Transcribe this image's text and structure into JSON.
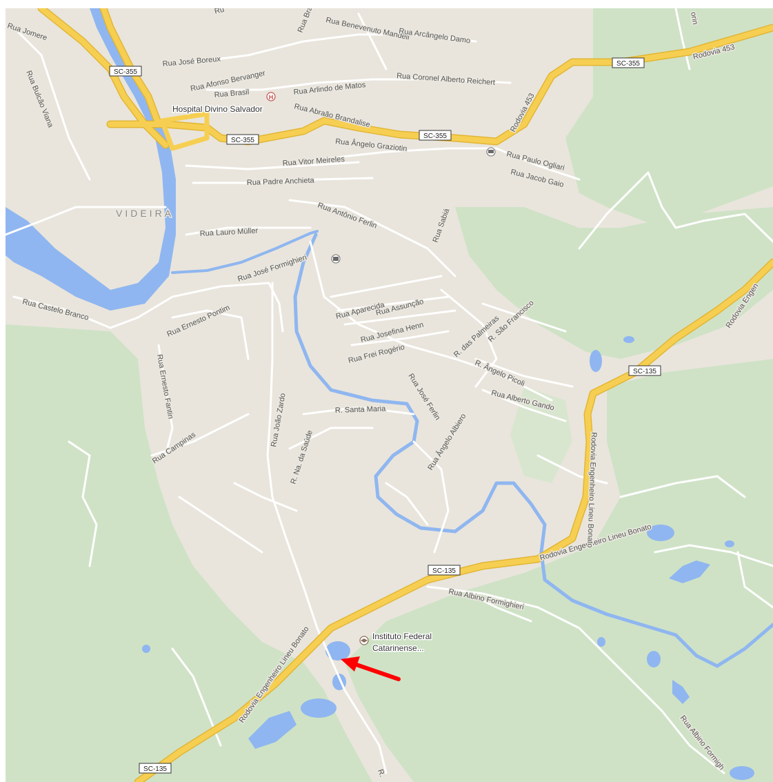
{
  "map": {
    "colors": {
      "urban": "#e9e5dc",
      "green": "#cfe2c6",
      "water": "#8fb6f0",
      "major_road": "#f6cf52",
      "major_road_edge": "#e2b534",
      "minor_road": "#ffffff",
      "marker": "#ff0000"
    },
    "place": {
      "name": "VIDEIRA"
    },
    "shields": [
      {
        "label": "SC-355"
      },
      {
        "label": "SC-355"
      },
      {
        "label": "SC-355"
      },
      {
        "label": "SC-355"
      },
      {
        "label": "SC-135"
      },
      {
        "label": "SC-135"
      },
      {
        "label": "SC-135"
      }
    ],
    "pois": [
      {
        "name": "Hospital Divino Salvador",
        "icon": "hospital-icon"
      },
      {
        "name": "Instituto Federal",
        "name2": "Catarinense...",
        "icon": "school-icon"
      }
    ],
    "poi_icons": [
      {
        "icon": "bus-icon"
      },
      {
        "icon": "building-icon"
      }
    ],
    "streets": [
      "Rua Brasil",
      "Rua Benevenuto Mandeli",
      "Rua Arcângelo Damo",
      "Rua José Boreux",
      "Rua Afonso Bervanger",
      "Rua Brasil",
      "Rua Arlindo de Matos",
      "Rua Abraão Brandalise",
      "Rua Coronel Alberto Reichert",
      "Rodovia 453",
      "Rodovia 453",
      "Rua Jomere",
      "Rua Bulcão Viana",
      "Rua Ângelo Graziotin",
      "Rua Paulo Ogliari",
      "Rua Jacob Gaio",
      "Rua Vitor Meireles",
      "Rua Padre Anchieta",
      "Rua Antônio Ferlin",
      "Rua Sabiá",
      "Rua Lauro Müller",
      "Rua José Formighieri",
      "Rua Castelo Branco",
      "Rua Aparecida",
      "Rua Assunção",
      "Rua Josefina Henn",
      "Rua Frei Rogério",
      "R. das Palmeiras",
      "R. São Francisco",
      "Rua Ernesto Pontim",
      "Rua Ernesto Fantin",
      "Rua Campinas",
      "Rua João Zardo",
      "R. Santa Maria",
      "Rua José Ferlin",
      "R. Ângelo Picoli",
      "Rua Alberto Gando",
      "Rua Ângelo Albiero",
      "R. Na. da Saúde",
      "Rodovia Engenheiro Lineu Bonato",
      "Rodovia Engenheiro Lineu Bonato",
      "Rodovia Engenheiro Lineu Bonato",
      "Rodovia Engen",
      "Rua Albino Formighieri",
      "Rua Albino Formigh",
      "orin",
      "Ru",
      "R."
    ]
  }
}
